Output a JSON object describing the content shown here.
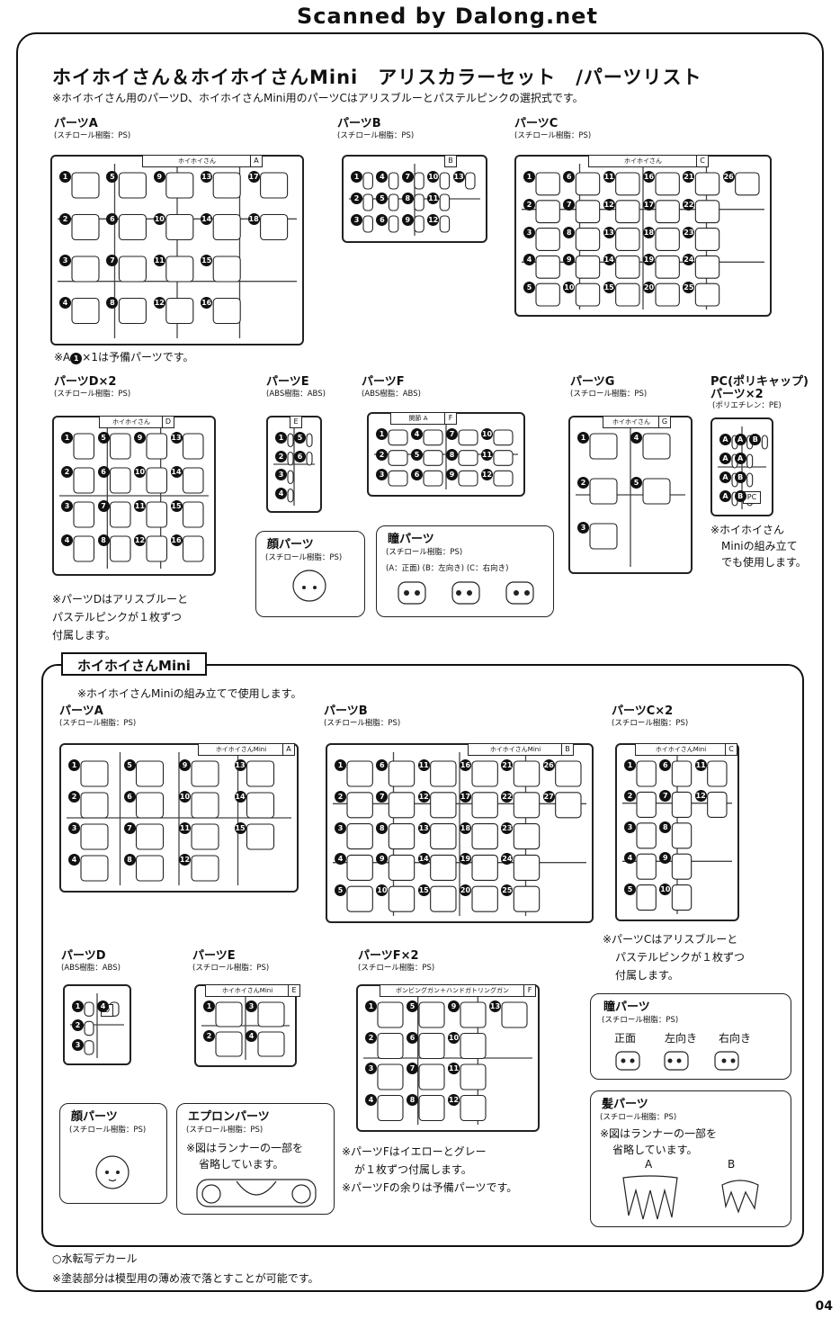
{
  "watermark": "Scanned by Dalong.net",
  "header": {
    "title": "ホイホイさん＆ホイホイさんMini　アリスカラーセット　/パーツリスト",
    "note": "※ホイホイさん用のパーツD、ホイホイさんMini用のパーツCはアリスブルーとパステルピンクの選択式です。"
  },
  "main": {
    "parts": [
      {
        "key": "A",
        "label": "パーツA",
        "material": "(スチロール樹脂：PS)",
        "tag": "ホイホイさん",
        "letter": "A",
        "nums": [
          "1",
          "2",
          "3",
          "4",
          "5",
          "6",
          "7",
          "8",
          "9",
          "10",
          "11",
          "12",
          "13",
          "14",
          "15",
          "16",
          "17",
          "18"
        ]
      },
      {
        "key": "B",
        "label": "パーツB",
        "material": "(スチロール樹脂：PS)",
        "letter": "B",
        "nums": [
          "1",
          "2",
          "3",
          "4",
          "5",
          "6",
          "7",
          "8",
          "9",
          "10",
          "11",
          "12",
          "13"
        ]
      },
      {
        "key": "C",
        "label": "パーツC",
        "material": "(スチロール樹脂：PS)",
        "tag": "ホイホイさん",
        "letter": "C",
        "nums": [
          "1",
          "2",
          "3",
          "4",
          "5",
          "6",
          "7",
          "8",
          "9",
          "10",
          "11",
          "12",
          "13",
          "14",
          "15",
          "16",
          "17",
          "18",
          "19",
          "20",
          "21",
          "22",
          "23",
          "24",
          "25",
          "26"
        ]
      },
      {
        "key": "D",
        "label": "パーツD×2",
        "material": "(スチロール樹脂：PS)",
        "tag": "ホイホイさん",
        "letter": "D",
        "nums": [
          "1",
          "2",
          "3",
          "4",
          "5",
          "6",
          "7",
          "8",
          "9",
          "10",
          "11",
          "12",
          "13",
          "14",
          "15",
          "16"
        ]
      },
      {
        "key": "E",
        "label": "パーツE",
        "material": "(ABS樹脂：ABS)",
        "letter": "E",
        "nums": [
          "1",
          "2",
          "3",
          "4",
          "5",
          "6"
        ]
      },
      {
        "key": "F",
        "label": "パーツF",
        "material": "(ABS樹脂：ABS)",
        "tag": "関節 A",
        "letter": "F",
        "nums": [
          "1",
          "2",
          "3",
          "4",
          "5",
          "6",
          "7",
          "8",
          "9",
          "10",
          "11",
          "12"
        ]
      },
      {
        "key": "G",
        "label": "パーツG",
        "material": "(スチロール樹脂：PS)",
        "tag": "ホイホイさん",
        "letter": "G",
        "nums": [
          "1",
          "2",
          "3",
          "4",
          "5"
        ]
      },
      {
        "key": "PC",
        "label": "PC(ポリキャップ)",
        "label2": "パーツ×2",
        "material": "(ポリエチレン：PE)",
        "letters": [
          "A",
          "A",
          "A",
          "A",
          "A",
          "A",
          "B",
          "B",
          "B"
        ],
        "tag": "PC"
      }
    ],
    "a_note": "※A",
    "a_note_num": "1",
    "a_note_tail": "×1は予備パーツです。",
    "d_note": [
      "※パーツDはアリスブルーと",
      "パステルピンクが１枚ずつ",
      "付属します。"
    ],
    "g_note": [
      "※ホイホイさん",
      "Miniの組み立て",
      "でも使用します。"
    ],
    "face": {
      "label": "顔パーツ",
      "material": "(スチロール樹脂：PS)"
    },
    "pupil": {
      "label": "瞳パーツ",
      "material": "(スチロール樹脂：PS)",
      "caption": "(A：正面)  (B：左向き)  (C：右向き)"
    }
  },
  "mini": {
    "title": "ホイホイさんMini",
    "note": "※ホイホイさんMiniの組み立てで使用します。",
    "parts": [
      {
        "key": "mA",
        "label": "パーツA",
        "material": "(スチロール樹脂：PS)",
        "tag": "ホイホイさんMini",
        "letter": "A",
        "nums": [
          "1",
          "2",
          "3",
          "4",
          "5",
          "6",
          "7",
          "8",
          "9",
          "10",
          "11",
          "12",
          "13",
          "14",
          "15"
        ]
      },
      {
        "key": "mB",
        "label": "パーツB",
        "material": "(スチロール樹脂：PS)",
        "tag": "ホイホイさんMini",
        "letter": "B",
        "nums": [
          "1",
          "2",
          "3",
          "4",
          "5",
          "6",
          "7",
          "8",
          "9",
          "10",
          "11",
          "12",
          "13",
          "14",
          "15",
          "16",
          "17",
          "18",
          "19",
          "20",
          "21",
          "22",
          "23",
          "24",
          "25",
          "26",
          "27"
        ]
      },
      {
        "key": "mC",
        "label": "パーツC×2",
        "material": "(スチロール樹脂：PS)",
        "tag": "ホイホイさんMini",
        "letter": "C",
        "nums": [
          "1",
          "2",
          "3",
          "4",
          "5",
          "6",
          "7",
          "8",
          "9",
          "10",
          "11",
          "12"
        ]
      },
      {
        "key": "mD",
        "label": "パーツD",
        "material": "(ABS樹脂：ABS)",
        "letter": "D",
        "nums": [
          "1",
          "2",
          "3",
          "4"
        ]
      },
      {
        "key": "mE",
        "label": "パーツE",
        "material": "(スチロール樹脂：PS)",
        "tag": "ホイホイさんMini",
        "letter": "E",
        "nums": [
          "1",
          "2",
          "3",
          "4"
        ]
      },
      {
        "key": "mF",
        "label": "パーツF×2",
        "material": "(スチロール樹脂：PS)",
        "tag": "ボンビングガン＋ハンドガトリングガン",
        "letter": "F",
        "nums": [
          "1",
          "2",
          "3",
          "4",
          "5",
          "6",
          "7",
          "8",
          "9",
          "10",
          "11",
          "12",
          "13"
        ]
      }
    ],
    "c_note": [
      "※パーツCはアリスブルーと",
      "パステルピンクが１枚ずつ",
      "付属します。"
    ],
    "f_note": [
      "※パーツFはイエローとグレー",
      "が１枚ずつ付属します。",
      "※パーツFの余りは予備パーツです。"
    ],
    "pupil": {
      "label": "瞳パーツ",
      "material": "(スチロール樹脂：PS)",
      "captions": [
        "正面",
        "左向き",
        "右向き"
      ]
    },
    "face": {
      "label": "顔パーツ",
      "material": "(スチロール樹脂：PS)"
    },
    "apron": {
      "label": "エプロンパーツ",
      "material": "(スチロール樹脂：PS)",
      "note": [
        "※図はランナーの一部を",
        "省略しています。"
      ]
    },
    "hair": {
      "label": "髪パーツ",
      "material": "(スチロール樹脂：PS)",
      "note": [
        "※図はランナーの一部を",
        "省略しています。"
      ],
      "captions": [
        "A",
        "B"
      ]
    }
  },
  "footer": {
    "decal": "○水転写デカール",
    "paint": "※塗装部分は模型用の薄め液で落とすことが可能です。",
    "page": "04"
  }
}
